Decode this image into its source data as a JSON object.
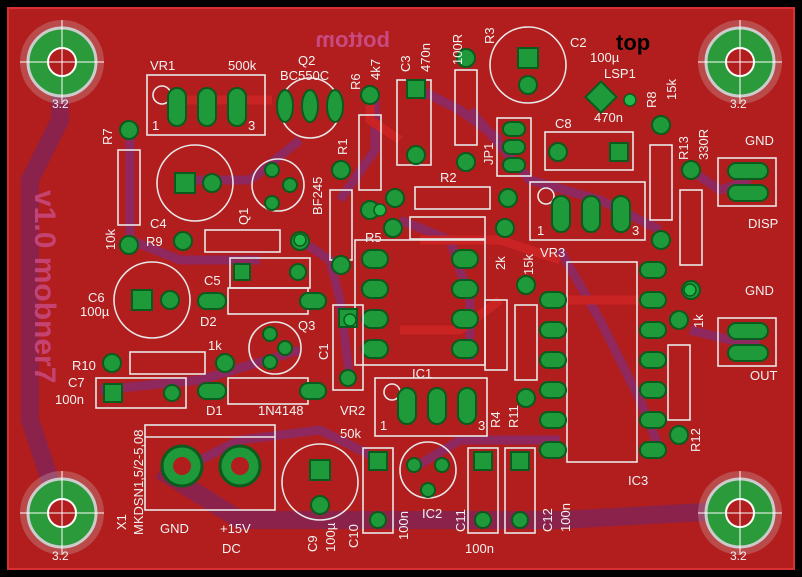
{
  "board": {
    "top_label": "top",
    "bottom_label": "bottom",
    "mirrored_text": "v1.0 mobner7"
  },
  "mounting_holes": {
    "label": "3.2"
  },
  "components": {
    "VR1": {
      "ref": "VR1",
      "value": "500k"
    },
    "Q2": {
      "ref": "Q2",
      "value": "BC550C"
    },
    "R6": {
      "ref": "R6",
      "value": "4k7"
    },
    "C3": {
      "ref": "C3",
      "value": "470n"
    },
    "R3": {
      "ref": "R3",
      "value": "100R"
    },
    "C2": {
      "ref": "C2",
      "value": "100µ"
    },
    "LSP1": {
      "ref": "LSP1"
    },
    "C8": {
      "ref": "C8",
      "value": "470n"
    },
    "R8": {
      "ref": "R8",
      "value": "15k"
    },
    "R13": {
      "ref": "R13",
      "value": "330R"
    },
    "R7": {
      "ref": "R7",
      "value": "10k"
    },
    "C4": {
      "ref": "C4"
    },
    "Q1": {
      "ref": "Q1",
      "value": "BF245"
    },
    "R1": {
      "ref": "R1"
    },
    "R2": {
      "ref": "R2"
    },
    "JP1": {
      "ref": "JP1"
    },
    "R9": {
      "ref": "R9"
    },
    "R5": {
      "ref": "R5",
      "value": "2k"
    },
    "VR3": {
      "ref": "VR3"
    },
    "C5": {
      "ref": "C5"
    },
    "C6": {
      "ref": "C6",
      "value": "100µ"
    },
    "D2": {
      "ref": "D2"
    },
    "Q3": {
      "ref": "Q3"
    },
    "C1": {
      "ref": "C1"
    },
    "R10": {
      "ref": "R10",
      "value": "1k"
    },
    "C7": {
      "ref": "C7",
      "value": "100n"
    },
    "D1": {
      "ref": "D1",
      "value": "1N4148"
    },
    "IC1": {
      "ref": "IC1"
    },
    "VR2": {
      "ref": "VR2",
      "value": "50k"
    },
    "R4": {
      "ref": "R4"
    },
    "R11": {
      "ref": "R11",
      "value": "15k"
    },
    "R12": {
      "ref": "R12",
      "value": "1k"
    },
    "IC3": {
      "ref": "IC3"
    },
    "X1": {
      "ref": "X1",
      "value": "MKDSN1,5/2-5,08"
    },
    "C9": {
      "ref": "C9",
      "value": "100µ"
    },
    "C10": {
      "ref": "C10",
      "value": "100n"
    },
    "IC2": {
      "ref": "IC2"
    },
    "C11": {
      "ref": "C11",
      "value": "100n"
    },
    "C12": {
      "ref": "C12",
      "value": "100n"
    }
  },
  "connectors": {
    "disp": {
      "gnd": "GND",
      "name": "DISP"
    },
    "out": {
      "gnd": "GND",
      "name": "OUT"
    },
    "power": {
      "gnd": "GND",
      "plus": "+15V",
      "dc": "DC"
    }
  },
  "pot_pins": {
    "p1": "1",
    "p3": "3"
  },
  "colors": {
    "board": "#b21d1d",
    "copper_top": "#c92323",
    "copper_bottom": "#8a2a6a",
    "pad": "#1f9a3a",
    "via": "#22b84a",
    "silk": "#e8e8e8"
  }
}
